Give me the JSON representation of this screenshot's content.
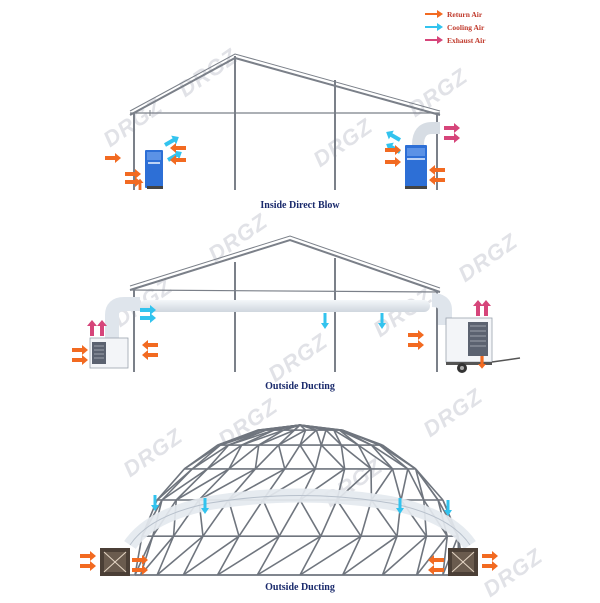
{
  "legend": {
    "return": {
      "label": "Return Air",
      "color": "#f26a21"
    },
    "cooling": {
      "label": "Cooling Air",
      "color": "#32c3ee"
    },
    "exhaust": {
      "label": "Exhaust Air",
      "color": "#d6457a"
    }
  },
  "captions": {
    "direct_blow": "Inside Direct Blow",
    "outside_ducting_tent": "Outside Ducting",
    "outside_ducting_dome": "Outside Ducting"
  },
  "watermark": "DRGZ",
  "colors": {
    "frame": "#7b8089",
    "unit_blue": "#2d6fd6",
    "duct": "#e4e9ef",
    "dome": "#6f757e"
  }
}
